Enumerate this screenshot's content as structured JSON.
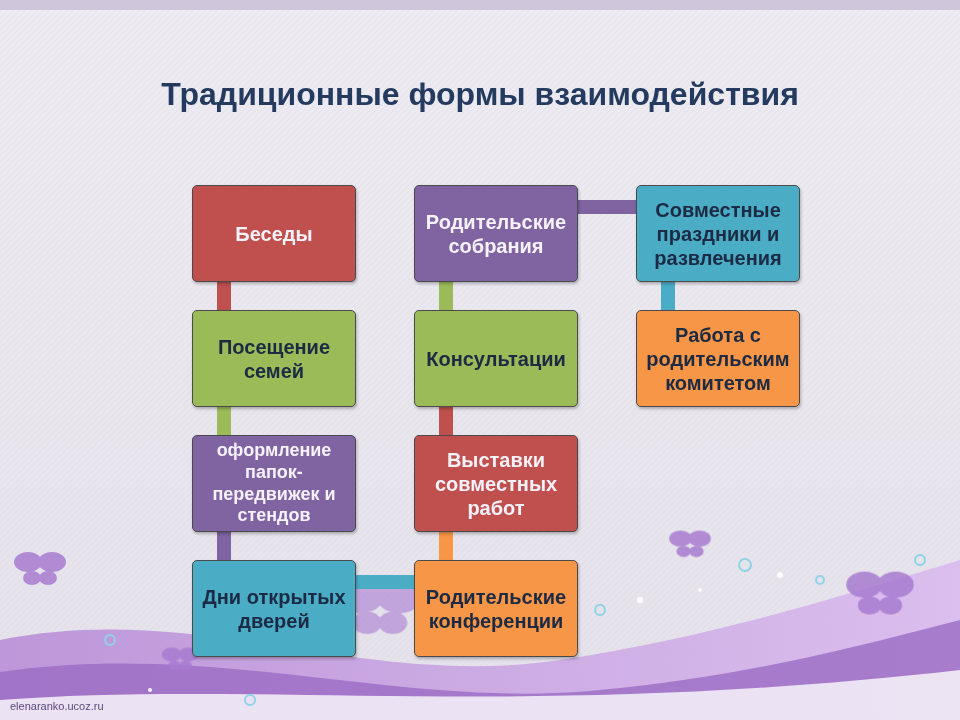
{
  "diagram": {
    "title": "Традиционные формы взаимодействия",
    "nodes": [
      {
        "text": [
          "Беседы"
        ]
      },
      {
        "text": [
          "Посещение семей"
        ]
      },
      {
        "text": [
          "оформление папок-передвижек и стендов"
        ]
      },
      {
        "text": [
          "Дни открытых дверей"
        ]
      },
      {
        "text": [
          "Родительские собрания"
        ]
      },
      {
        "text": [
          "Консультации"
        ]
      },
      {
        "text": [
          "Выставки совместных работ"
        ]
      },
      {
        "text": [
          "Родительские конференции"
        ]
      },
      {
        "text": [
          "Совместные праздники и развлечения"
        ]
      },
      {
        "text": [
          "Работа с родительским комитетом"
        ]
      }
    ],
    "edges": [
      {
        "from": 0,
        "to": 1,
        "arrow": "none"
      },
      {
        "from": 1,
        "to": 2,
        "arrow": "none"
      },
      {
        "from": 2,
        "to": 3,
        "arrow": "none"
      },
      {
        "from": 3,
        "to": 7,
        "arrow": "none"
      },
      {
        "from": 7,
        "to": 6,
        "arrow": "none"
      },
      {
        "from": 6,
        "to": 5,
        "arrow": "none"
      },
      {
        "from": 5,
        "to": 4,
        "arrow": "none"
      },
      {
        "from": 4,
        "to": 8,
        "arrow": "none"
      },
      {
        "from": 8,
        "to": 9,
        "arrow": "none"
      }
    ],
    "labels": [
      "elenaranko.ucoz.ru"
    ]
  }
}
